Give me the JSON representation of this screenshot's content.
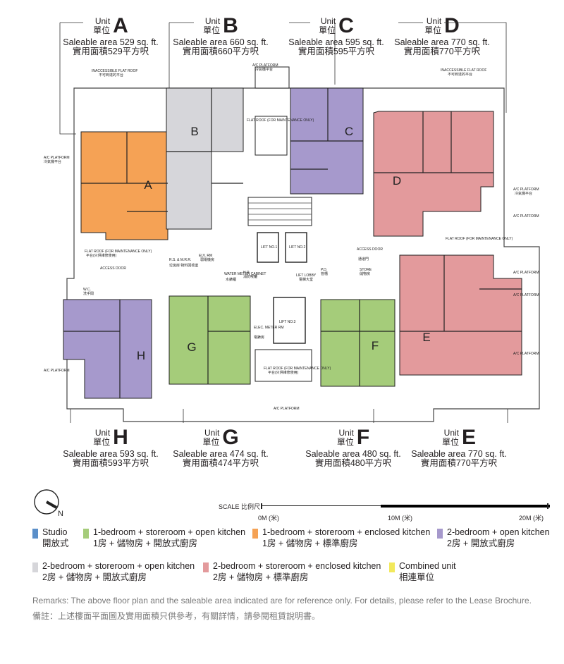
{
  "units": {
    "A": {
      "unit_en": "Unit",
      "unit_zh": "單位",
      "letter": "A",
      "area_en": "Saleable area 529 sq. ft.",
      "area_zh": "實用面積529平方呎"
    },
    "B": {
      "unit_en": "Unit",
      "unit_zh": "單位",
      "letter": "B",
      "area_en": "Saleable area 660 sq. ft.",
      "area_zh": "實用面積660平方呎"
    },
    "C": {
      "unit_en": "Unit",
      "unit_zh": "單位",
      "letter": "C",
      "area_en": "Saleable area 595 sq. ft.",
      "area_zh": "實用面積595平方呎"
    },
    "D": {
      "unit_en": "Unit",
      "unit_zh": "單位",
      "letter": "D",
      "area_en": "Saleable area 770 sq. ft.",
      "area_zh": "實用面積770平方呎"
    },
    "H": {
      "unit_en": "Unit",
      "unit_zh": "單位",
      "letter": "H",
      "area_en": "Saleable area 593 sq. ft.",
      "area_zh": "實用面積593平方呎"
    },
    "G": {
      "unit_en": "Unit",
      "unit_zh": "單位",
      "letter": "G",
      "area_en": "Saleable area 474 sq. ft.",
      "area_zh": "實用面積474平方呎"
    },
    "F": {
      "unit_en": "Unit",
      "unit_zh": "單位",
      "letter": "F",
      "area_en": "Saleable area 480 sq. ft.",
      "area_zh": "實用面積480平方呎"
    },
    "E": {
      "unit_en": "Unit",
      "unit_zh": "單位",
      "letter": "E",
      "area_en": "Saleable area 770 sq. ft.",
      "area_zh": "實用面積770平方呎"
    }
  },
  "plan_labels": {
    "flat_roof_inaccessible": "INACCESSIBLE FLAT ROOF",
    "flat_roof_inaccessible_zh": "不可到達的平台",
    "ac_platform": "A/C PLATFORM",
    "ac_platform_zh": "冷氣機平台",
    "flat_roof_maint": "FLAT ROOF (FOR MAINTENANCE ONLY)",
    "flat_roof_maint_zh": "平台(只供維修使用)",
    "lift_lobby": "LIFT LOBBY",
    "lift_lobby_zh": "電梯大堂",
    "lift_1": "LIFT NO.1",
    "lift_2": "LIFT NO.2",
    "lift_3": "LIFT NO.3",
    "elv_rm": "ELV. RM",
    "elv_rm_zh": "弱電機房",
    "rs_mrr": "R.S. & M.R.R.",
    "rs_mrr_zh": "垃圾房 物料回收室",
    "water_meter": "WATER METER CABINET",
    "water_meter_zh": "水錶櫃",
    "hr": "H.R.",
    "hr_zh": "消防喉轆",
    "pd": "P.D.",
    "pd_zh": "管槽",
    "store": "STORE",
    "store_zh": "儲物房",
    "access_door": "ACCESS DOOR",
    "access_door_zh": "通道門",
    "wc": "W.C.",
    "wc_zh": "洗手間",
    "elec_meter": "ELEC. METER RM",
    "elec_meter_zh": "電錶房"
  },
  "scale": {
    "title": "SCALE 比例尺",
    "ticks": [
      "0M (米)",
      "10M (米)",
      "20M (米)"
    ]
  },
  "compass": {
    "north_label": "N",
    "icon": "north-arrow-icon"
  },
  "legend": [
    {
      "color": "#5b8fc9",
      "en": "Studio",
      "zh": "開放式"
    },
    {
      "color": "#a5cc7a",
      "en": "1-bedroom + storeroom + open kitchen",
      "zh": "1房 + 儲物房 + 開放式廚房"
    },
    {
      "color": "#f5a255",
      "en": "1-bedroom + storeroom + enclosed kitchen",
      "zh": "1房 + 儲物房 + 標準廚房"
    },
    {
      "color": "#a699cc",
      "en": "2-bedroom + open kitchen",
      "zh": "2房 + 開放式廚房"
    },
    {
      "color": "#d6d6da",
      "en": "2-bedroom + storeroom + open kitchen",
      "zh": "2房 + 儲物房 + 開放式廚房"
    },
    {
      "color": "#e39a9c",
      "en": "2-bedroom + storeroom + enclosed kitchen",
      "zh": "2房 + 儲物房 + 標準廚房"
    },
    {
      "color": "#f2e95c",
      "en": "Combined unit",
      "zh": "相連單位"
    }
  ],
  "remarks": {
    "en": "Remarks: The above floor plan and the saleable area indicated are for reference only. For details, please refer to the Lease Brochure.",
    "zh": "備註：上述樓面平面圖及實用面積只供參考，有關詳情，請參閱租賃說明書。"
  },
  "colors": {
    "A": "#f5a255",
    "B": "#d6d6da",
    "C": "#a699cc",
    "D": "#e39a9c",
    "E": "#e39a9c",
    "F": "#a5cc7a",
    "G": "#a5cc7a",
    "H": "#a699cc"
  }
}
